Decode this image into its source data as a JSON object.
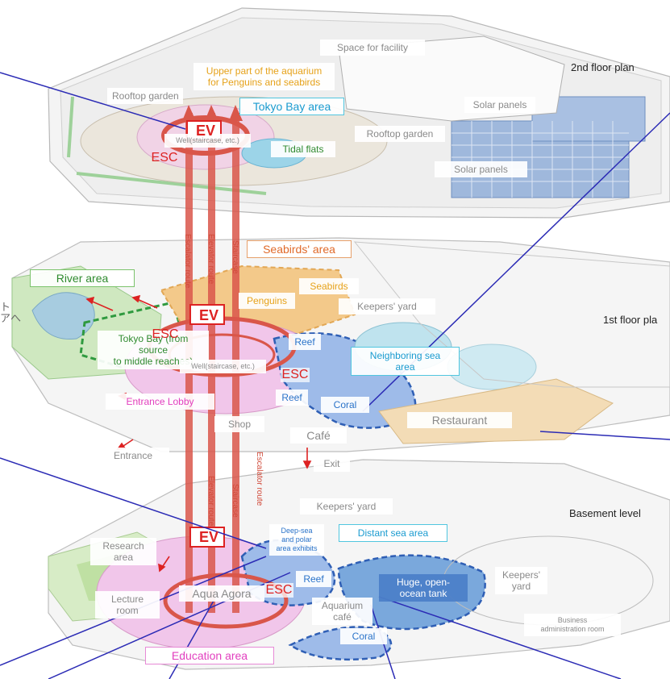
{
  "floors": {
    "second": "2nd floor plan",
    "first": "1st floor pla",
    "basement": "Basement level"
  },
  "second_floor": {
    "space_for_facility": "Space for facility",
    "upper_part": "Upper part of the aquarium\nfor Penguins and seabirds",
    "rooftop_garden_left": "Rooftop garden",
    "rooftop_garden_right": "Rooftop garden",
    "tokyo_bay_area": "Tokyo Bay area",
    "solar_panels_1": "Solar panels",
    "solar_panels_2": "Solar panels",
    "well": "Well(staircase, etc.)",
    "tidal_flats": "Tidal flats",
    "ev": "EV",
    "esc": "ESC"
  },
  "routes": {
    "escalator": "Escalator route",
    "elevator": "Elevator route",
    "staircase": "Staircase"
  },
  "first_floor": {
    "seabirds_area": "Seabirds' area",
    "river_area": "River area",
    "seabirds": "Seabirds",
    "penguins": "Penguins",
    "keepers_yard": "Keepers' yard",
    "tokyo_bay": "Tokyo Bay (from source\nto middle reaches)",
    "reef_1": "Reef",
    "reef_2": "Reef",
    "neighboring_sea": "Neighboring sea\narea",
    "well": "Well(staircase, etc.)",
    "entrance_lobby": "Entrance Lobby",
    "coral": "Coral",
    "restaurant": "Restaurant",
    "shop": "Shop",
    "cafe": "Café",
    "entrance": "Entrance",
    "exit": "Exit",
    "ev": "EV",
    "esc": "ESC",
    "side_text": "ト\nアへ"
  },
  "basement": {
    "keepers_yard": "Keepers' yard",
    "research_area": "Research\narea",
    "deep_sea": "Deep-sea\nand polar\narea exhibits",
    "distant_sea": "Distant sea area",
    "reef": "Reef",
    "huge_tank": "Huge, open-\nocean tank",
    "keepers_yard_right": "Keepers'\nyard",
    "lecture_room": "Lecture\nroom",
    "aqua_agora": "Aqua Agora",
    "aquarium_cafe": "Aquarium\ncafé",
    "business_admin": "Business\nadministration room",
    "coral": "Coral",
    "education_area": "Education area",
    "ev": "EV",
    "esc": "ESC"
  },
  "colors": {
    "route_red": "#d9564a",
    "pointer_blue": "#2b2bb5",
    "seabird_orange": "#f3c98a",
    "reef_blue": "#8fb4e8",
    "pink_zone": "#f1c6ea",
    "green_zone": "#b9e2a3"
  }
}
